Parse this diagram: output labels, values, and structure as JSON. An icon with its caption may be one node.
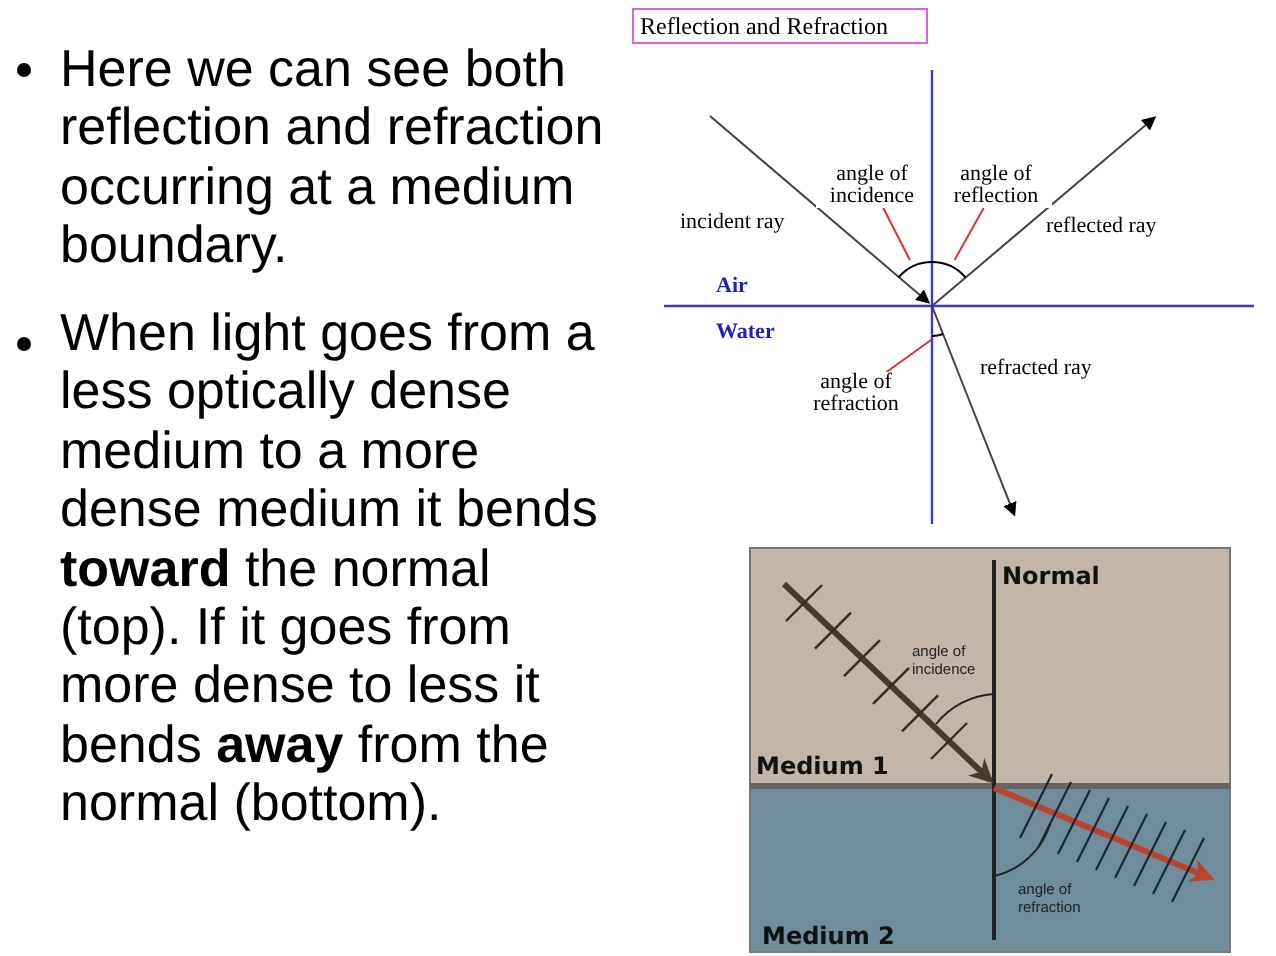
{
  "diagram": {
    "nodes": [
      {
        "text": [
          "Reflection and Refraction"
        ]
      },
      {
        "text": [
          "angle of incidence"
        ]
      },
      {
        "text": [],
        "shape": "arc"
      },
      {
        "text": [
          "angle of reflection"
        ]
      },
      {
        "text": [],
        "shape": "arc"
      },
      {
        "text": [
          "angle of refraction"
        ]
      },
      {
        "text": [],
        "shape": "arc"
      }
    ],
    "edges": [
      {
        "from": 1,
        "to": 2,
        "arrow": "none"
      },
      {
        "from": 3,
        "to": 4,
        "arrow": "none"
      },
      {
        "from": 5,
        "to": 6,
        "arrow": "none"
      }
    ],
    "labels": [
      "Here we can see both reflection and refraction occurring at a medium boundary.",
      "When light goes from a less optically dense medium to a more dense medium it bends **toward** the normal (top).  If it goes from more dense to less it bends **away** from the normal (bottom).",
      "incident ray",
      "reflected ray",
      "Air",
      "Water",
      "refracted ray",
      "Normal",
      "angle of incidence",
      "Medium 1",
      "angle of refraction",
      "Medium 2"
    ]
  }
}
